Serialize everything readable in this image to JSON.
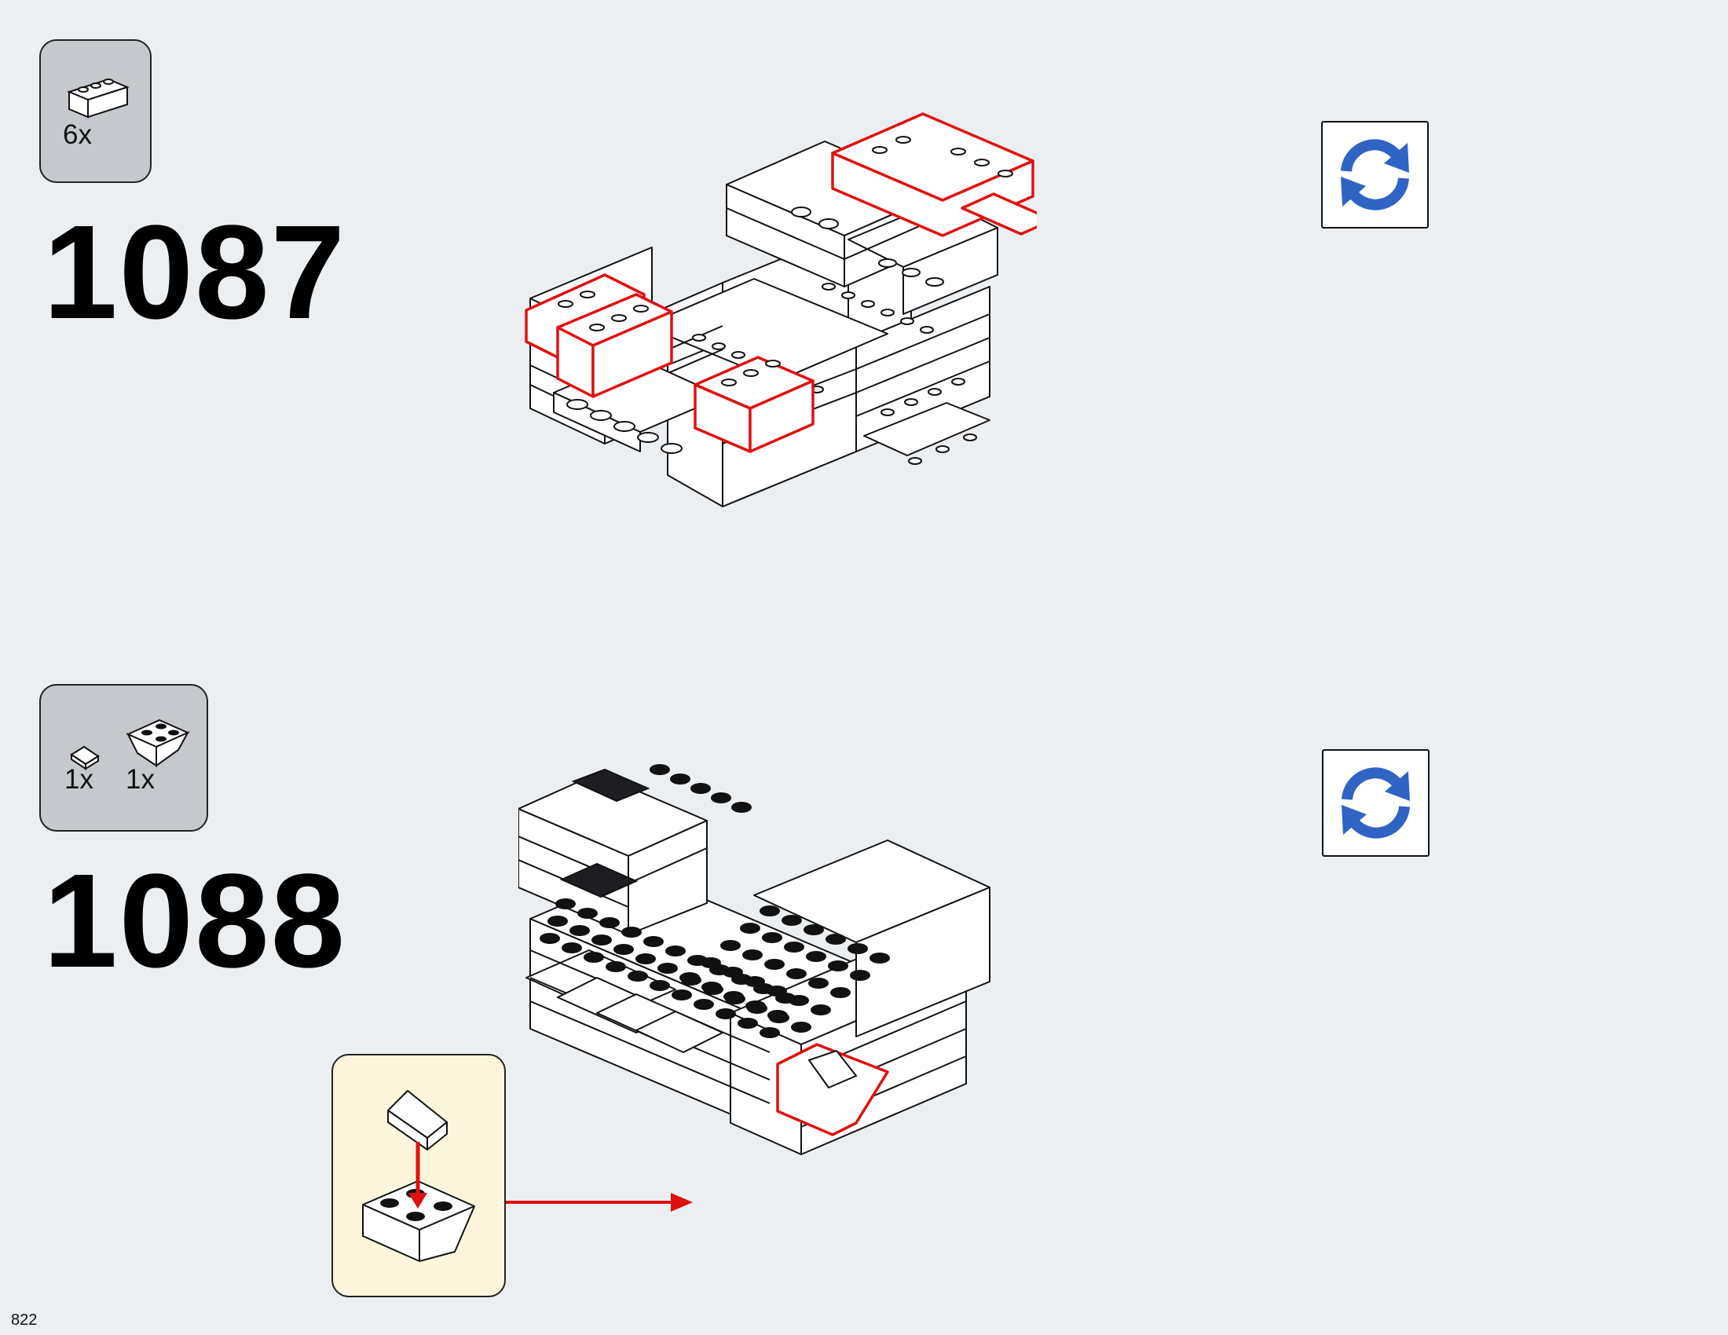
{
  "page": {
    "number": "822"
  },
  "colors": {
    "background": "#eceff2",
    "callout_bg": "#c5c9ce",
    "subassembly_bg": "#fdf6dc",
    "highlight": "#e01010",
    "rotate_blue": "#2f63c4"
  },
  "steps": [
    {
      "number": "1087",
      "parts": [
        {
          "name": "brick-1x3-white",
          "qty": "6x"
        }
      ],
      "rotate_icon": "rotate-arrows-icon"
    },
    {
      "number": "1088",
      "parts": [
        {
          "name": "slope-1x1-white",
          "qty": "1x"
        },
        {
          "name": "inverted-slope-2x2-white",
          "qty": "1x"
        }
      ],
      "rotate_icon": "rotate-arrows-icon",
      "subassembly": true
    }
  ]
}
